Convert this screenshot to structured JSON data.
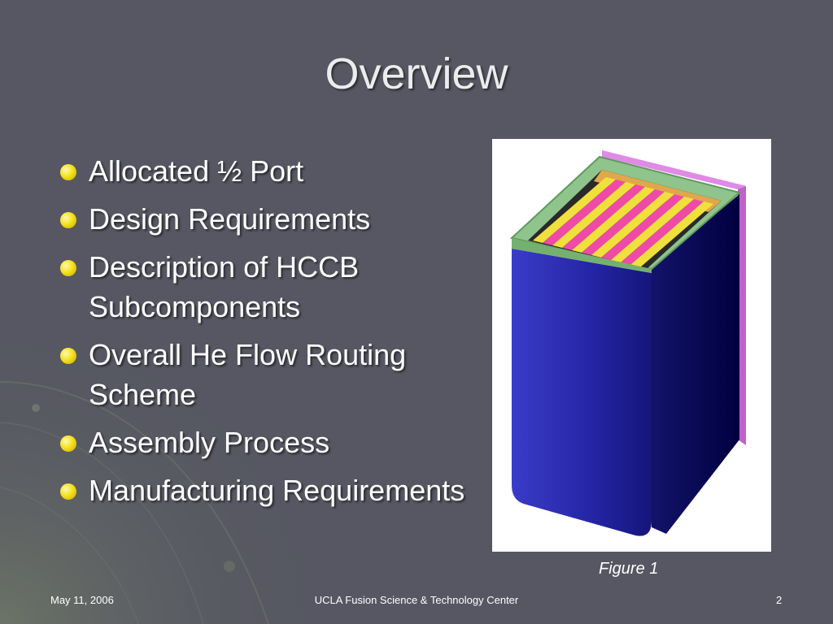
{
  "slide": {
    "title": "Overview",
    "bullets": [
      "Allocated ½ Port",
      "Design Requirements",
      "Description of HCCB Subcomponents",
      "Overall He Flow Routing Scheme",
      "Assembly Process",
      "Manufacturing Requirements"
    ],
    "figure_caption": "Figure 1"
  },
  "footer": {
    "date": "May 11, 2006",
    "center": "UCLA Fusion Science & Technology Center",
    "page_number": "2"
  },
  "colors": {
    "background": "#565762",
    "bullet": "#f4e21c",
    "text": "#ffffff"
  }
}
